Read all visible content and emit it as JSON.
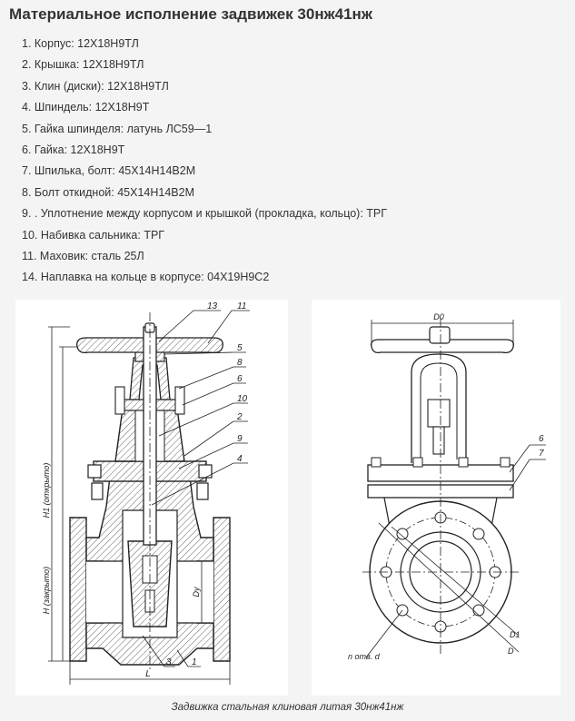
{
  "page": {
    "title": "Материальное исполнение задвижек 30нж41нж",
    "caption": "Задвижка стальная клиновая литая 30нж41нж"
  },
  "spec_items": [
    "1. Корпус: 12Х18Н9ТЛ",
    "2. Крышка: 12Х18Н9ТЛ",
    "3. Клин (диски): 12Х18Н9ТЛ",
    "4. Шпиндель: 12Х18Н9Т",
    "5. Гайка шпинделя: латунь ЛС59—1",
    "6. Гайка: 12Х18Н9Т",
    "7. Шпилька, болт: 45Х14Н14В2М",
    "8. Болт откидной: 45Х14Н14В2М",
    "9. . Уплотнение между корпусом и крышкой (прокладка, кольцо): ТРГ",
    "10. Набивка сальника: ТРГ",
    "11. Маховик: сталь 25Л",
    "14. Наплавка на кольце в корпусе: 04Х19Н9С2"
  ],
  "section_drawing": {
    "callouts": [
      "13",
      "11",
      "5",
      "8",
      "6",
      "10",
      "2",
      "9",
      "4",
      "3",
      "1"
    ],
    "dims": {
      "h1": "H1 (открыто)",
      "h": "H (закрыто)",
      "dy": "Dy",
      "l": "L"
    }
  },
  "front_drawing": {
    "callouts": [
      "6",
      "7"
    ],
    "dims": {
      "d0": "D0",
      "d1": "D1",
      "d": "D",
      "n": "n отв. d"
    }
  }
}
